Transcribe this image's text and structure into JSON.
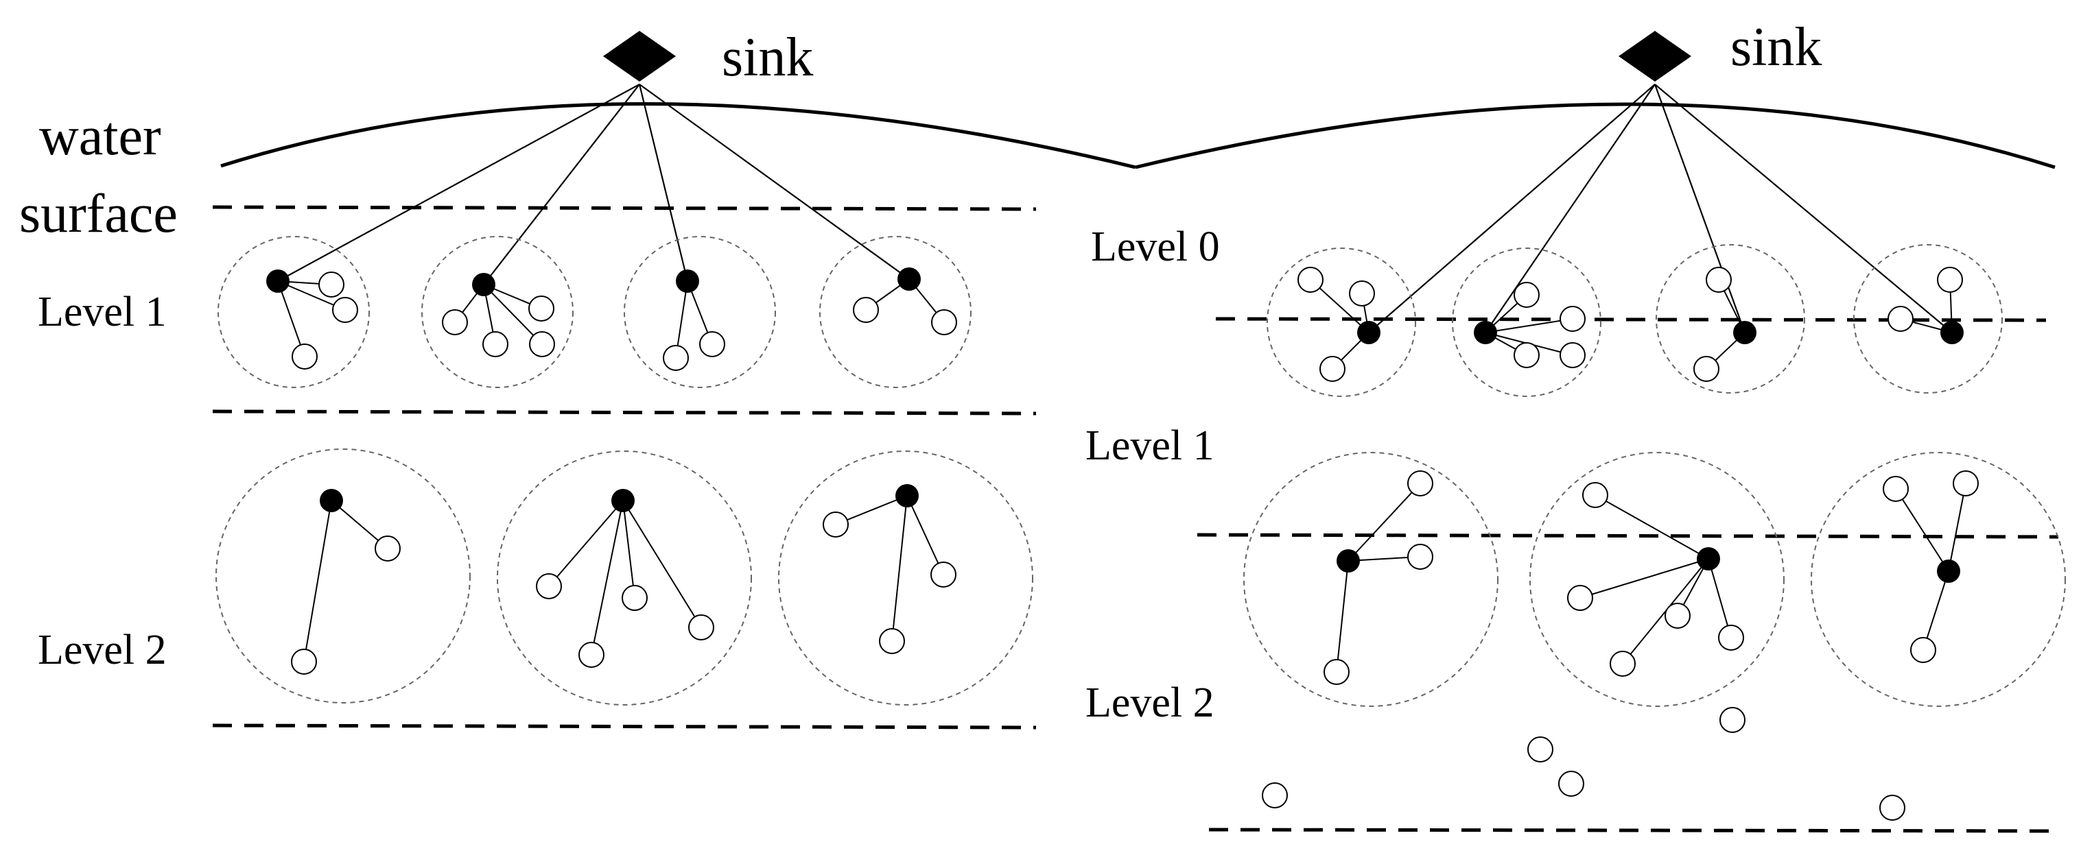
{
  "left_panel": {
    "sink_label": "sink",
    "surface_label_line1": "water",
    "surface_label_line2": "surface",
    "levels": [
      "Level 1",
      "Level 2"
    ]
  },
  "right_panel": {
    "sink_label": "sink",
    "levels": [
      "Level 0",
      "Level 1",
      "Level 2"
    ]
  },
  "colors": {
    "ink": "#000000",
    "cluster_boundary": "#666666",
    "node_fill_member": "#ffffff",
    "node_fill_head": "#000000"
  },
  "legend_semantics": {
    "sink": "diamond-icon",
    "cluster_head": "filled-circle",
    "member_node": "hollow-circle",
    "cluster_range": "dashed-circle"
  }
}
